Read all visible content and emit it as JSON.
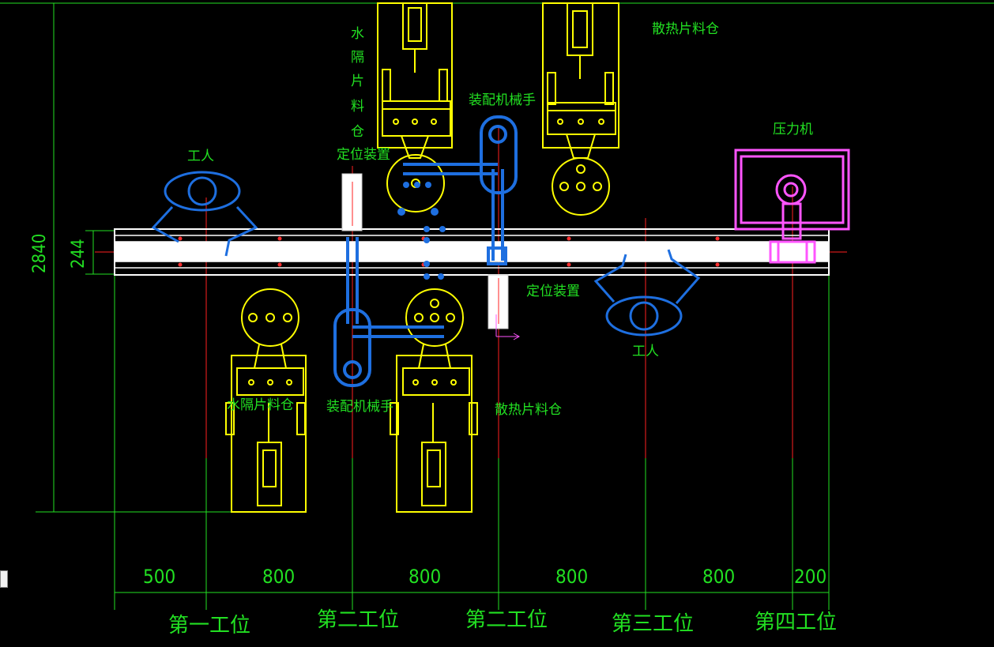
{
  "colors": {
    "background": "#000000",
    "label_green": "#22e022",
    "feeder_yellow": "#ffff00",
    "robot_blue": "#1e6fe0",
    "press_magenta": "#ff55ff",
    "conveyor_white": "#ffffff",
    "center_red": "#ff2020"
  },
  "labels": {
    "water_bin_top": [
      "水",
      "隔",
      "片",
      "料",
      "仓"
    ],
    "heatsink_bin_top": "散热片料仓",
    "robot_top": "装配机械手",
    "locator_top": "定位装置",
    "worker_left": "工人",
    "press": "压力机",
    "locator_bottom": "定位装置",
    "worker_right": "工人",
    "water_bin_bottom": "水隔片料仓",
    "robot_bottom": "装配机械手",
    "heatsink_bin_bottom": "散热片料仓"
  },
  "dimensions": {
    "total_height": "2840",
    "rail_height": "244",
    "segments": [
      "500",
      "800",
      "800",
      "800",
      "800",
      "200"
    ]
  },
  "stations": [
    "第一工位",
    "第二工位",
    "第二工位",
    "第三工位",
    "第四工位"
  ],
  "icons": {
    "feeders": "feeder-bin-icon",
    "robots": "robot-arm-icon",
    "workers": "worker-eye-icon",
    "press": "press-machine-icon",
    "locators": "locator-device-icon"
  }
}
